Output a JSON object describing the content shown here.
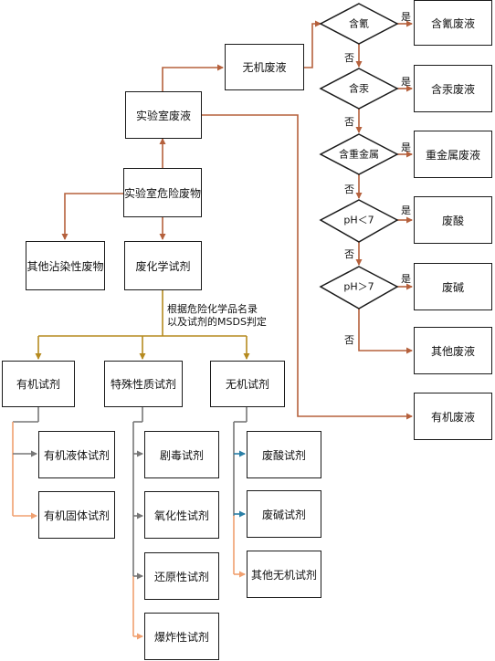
{
  "nodes": {
    "hazardous": "实验室危险废物",
    "lab_liquid": "实验室废液",
    "other_contaminated": "其他沾染性废物",
    "waste_reagent": "废化学试剂",
    "inorganic_liquid": "无机废液",
    "cyanide": "含氰",
    "mercury": "含汞",
    "heavy_metal": "含重金属",
    "ph_low": "pH＜7",
    "ph_high": "pH＞7",
    "cyanide_liquid": "含氰废液",
    "mercury_liquid": "含汞废液",
    "heavy_metal_liquid": "重金属废液",
    "waste_acid": "废酸",
    "waste_alkali": "废碱",
    "other_liquid": "其他废液",
    "organic_liquid": "有机废液",
    "organic_reagent": "有机试剂",
    "special_reagent": "特殊性质试剂",
    "inorganic_reagent": "无机试剂",
    "organic_liquid_reagent": "有机液体试剂",
    "organic_solid_reagent": "有机固体试剂",
    "toxic_reagent": "剧毒试剂",
    "oxidizing_reagent": "氧化性试剂",
    "reducing_reagent": "还原性试剂",
    "explosive_reagent": "爆炸性试剂",
    "waste_acid_reagent": "废酸试剂",
    "waste_alkali_reagent": "废碱试剂",
    "other_inorganic_reagent": "其他无机试剂"
  },
  "classification_note": {
    "line1": "根据危险化学品名录",
    "line2": "以及试剂的MSDS判定"
  },
  "edge_labels": {
    "yes": "是",
    "no": "否"
  },
  "colors": {
    "brown": "#b5603c",
    "gold": "#b58a1f",
    "gray": "#777777",
    "orange": "#f0a070",
    "blue": "#2a7fa6",
    "border": "#1a1a1a"
  }
}
